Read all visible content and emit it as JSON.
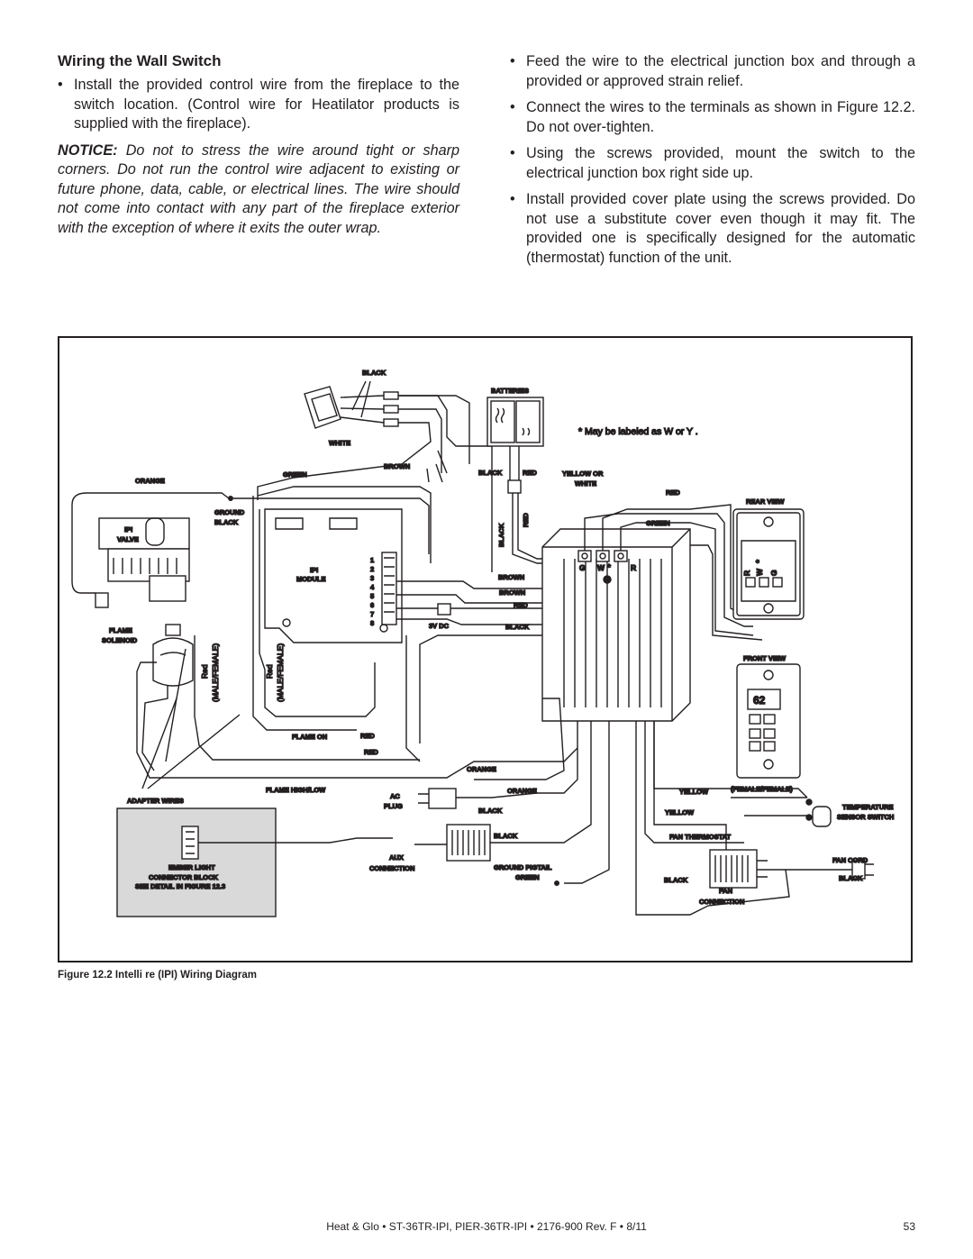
{
  "left": {
    "heading": "Wiring the Wall Switch",
    "bullet1": "Install the provided control wire from the fireplace to the switch location. (Control wire for Heatilator products is supplied with the fireplace).",
    "notice_label": "NOTICE:",
    "notice_text": "Do not to stress the wire around tight or sharp corners. Do not run the control wire adjacent to existing or future phone, data, cable, or electrical lines. The wire should not come into contact with any part of the fireplace exterior with the exception of where it exits the outer wrap."
  },
  "right": {
    "bullets": [
      "Feed the wire to the electrical junction box and through a provided or approved strain relief.",
      "Connect the wires to the terminals as shown in Figure 12.2. Do not over-tighten.",
      "Using the screws provided, mount the switch to the electrical junction box right side up.",
      "Install provided cover plate using the screws provided. Do not use a substitute cover even though it may fit. The provided one is specifically designed for the automatic (thermostat) function of the unit."
    ]
  },
  "bullet_glyph": "•",
  "diagram": {
    "black_top": "BLACK",
    "white": "WHITE",
    "batteries": "BATTERIES",
    "note": "* May be labeled as  W  or  Y .",
    "brown": "BROWN",
    "green": "GREEN",
    "orange": "ORANGE",
    "ground": "GROUND",
    "black": "BLACK",
    "ipi": "IPI",
    "valve": "VALVE",
    "ipi_module_1": "IPI",
    "ipi_module_2": "MODULE",
    "pin_numbers": [
      "1",
      "2",
      "3",
      "4",
      "5",
      "6",
      "7",
      "8"
    ],
    "black_red_black": "BLACK",
    "black_red_red": "RED",
    "yellow_or": "YELLOW OR",
    "white2": "WHITE",
    "red": "RED",
    "rear_view": "REAR VIEW",
    "rot_black": "BLACK",
    "rot_red": "RED",
    "green2": "GREEN",
    "terminal_g": "G",
    "terminal_w": "W",
    "terminal_r": "R",
    "star": "*",
    "rear_r": "R",
    "rear_w": "W",
    "rear_g": "G",
    "brown2": "BROWN",
    "brown3": "BROWN",
    "red2": "RED",
    "black2": "BLACK",
    "v3dc": "3V DC",
    "flame": "FLAME",
    "solenoid": "SOLENOID",
    "red_mf_1": "Red",
    "red_mf_2": "(MALE/FEMALE)",
    "front_view": "FRONT VIEW",
    "display": "62",
    "flame_on": "FLAME ON",
    "red3": "RED",
    "red4": "RED",
    "orange2": "ORANGE",
    "flame_highlow": "FLAME HIGH/LOW",
    "adapter_wires": "ADAPTER WIRES",
    "ac": "AC",
    "plug": "PLUG",
    "orange3": "ORANGE",
    "black3": "BLACK",
    "yellow": "YELLOW",
    "female_female": "(FEMALE/FEMALE)",
    "yellow2": "YELLOW",
    "temperature": "TEMPERATURE",
    "sensor_switch": "SENSOR SWITCH",
    "black4": "BLACK",
    "fan_thermostat": "FAN THERMOSTAT",
    "ember_light": "EMBER LIGHT",
    "connector_block": "CONNECTOR BLOCK",
    "see_detail": "SEE DETAIL IN FIGURE 12.3",
    "aux": "AUX",
    "connection": "CONNECTION",
    "ground_pigtail": "GROUND PIGTAIL",
    "green3": "GREEN",
    "fan_cord": "FAN CORD",
    "black5": "BLACK",
    "black6": "BLACK",
    "fan": "FAN",
    "connection2": "CONNECTION"
  },
  "caption": "Figure 12.2  Intelli  re (IPI) Wiring Diagram",
  "footer": {
    "text": "Heat & Glo  •  ST-36TR-IPI, PIER-36TR-IPI  •  2176-900 Rev. F  •  8/11",
    "page": "53"
  }
}
